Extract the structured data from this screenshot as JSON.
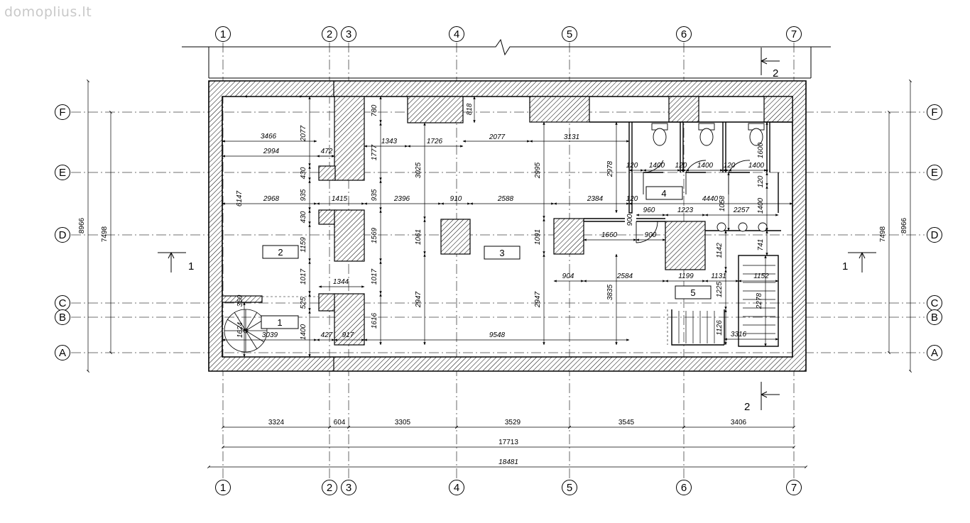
{
  "watermark": "domoplius.lt",
  "grid": {
    "columns": [
      "1",
      "2",
      "3",
      "4",
      "5",
      "6",
      "7"
    ],
    "rows": [
      "F",
      "E",
      "D",
      "C",
      "B",
      "A"
    ]
  },
  "sections": {
    "section_1": "1",
    "section_2": "2"
  },
  "rooms": [
    "1",
    "2",
    "3",
    "4",
    "5"
  ],
  "dims": {
    "bottom_segments": [
      "3324",
      "604",
      "3305",
      "3529",
      "3545",
      "3406"
    ],
    "bottom_total_axes": "17713",
    "bottom_total_overall": "18481",
    "side_axes": "7498",
    "side_overall": "8966",
    "interior": {
      "d3466": "3466",
      "d2994": "2994",
      "d472": "472",
      "d2077a": "2077",
      "d430a": "430",
      "d2968": "2968",
      "d935a": "935",
      "d1415": "1415",
      "d6147": "6147",
      "d430b": "430",
      "d1159": "1159",
      "d1017a": "1017",
      "d1344": "1344",
      "d525": "525",
      "d1400a": "1400",
      "d3039": "3039",
      "d427": "427",
      "d917": "917",
      "d360": "360",
      "d1624": "1624",
      "d780": "780",
      "d1777": "1777",
      "d935b": "935",
      "d1569": "1569",
      "d1017b": "1017",
      "d1616": "1616",
      "d1343": "1343",
      "d1726": "1726",
      "d2077b": "2077",
      "d3131": "3131",
      "d818": "818",
      "d3025": "3025",
      "d2995": "2995",
      "d2396": "2396",
      "d910": "910",
      "d2588": "2588",
      "d2384": "2384",
      "d1061": "1061",
      "d1091": "1091",
      "d2947a": "2947",
      "d2947b": "2947",
      "d9548": "9548",
      "d2978": "2978",
      "d120a": "120",
      "d1400b": "1400",
      "d120b": "120",
      "d1400c": "1400",
      "d120c": "120",
      "d1400d": "1400",
      "d1600": "1600",
      "d120d": "120",
      "d120e": "120",
      "d4440": "4440",
      "d1058": "1058",
      "d960": "960",
      "d1223": "1223",
      "d2257": "2257",
      "d1400e": "1400",
      "d1660": "1660",
      "d900a": "900",
      "d900b": "900",
      "d904": "904",
      "d2584": "2584",
      "d1199": "1199",
      "d1131": "1131",
      "d1142": "1142",
      "d741": "741",
      "d1152": "1152",
      "d1225": "1225",
      "d2278": "2278",
      "d3835": "3835",
      "d1126": "1126",
      "d3316": "3316"
    }
  }
}
